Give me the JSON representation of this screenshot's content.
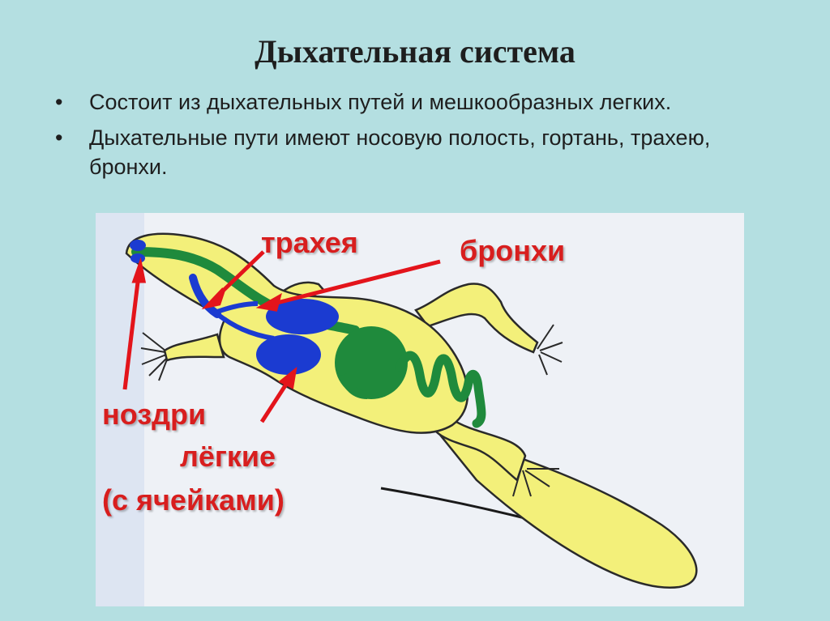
{
  "slide": {
    "title": "Дыхательная система",
    "bullets": [
      "Состоит из дыхательных путей и мешкообразных легких.",
      "Дыхательные пути имеют носовую полость, гортань, трахею, бронхи."
    ],
    "bullet_glyph": "•"
  },
  "diagram": {
    "labels": {
      "trachea": "трахея",
      "bronchi": "бронхи",
      "nostrils": "ноздри",
      "lungs": "лёгкие",
      "lungs_note": "(с ячейками)"
    },
    "colors": {
      "body": "#f3f07a",
      "digestive": "#1f8a3c",
      "lungs": "#1b3bd1",
      "label_text": "#d81e1e",
      "arrow": "#e3141b"
    }
  }
}
